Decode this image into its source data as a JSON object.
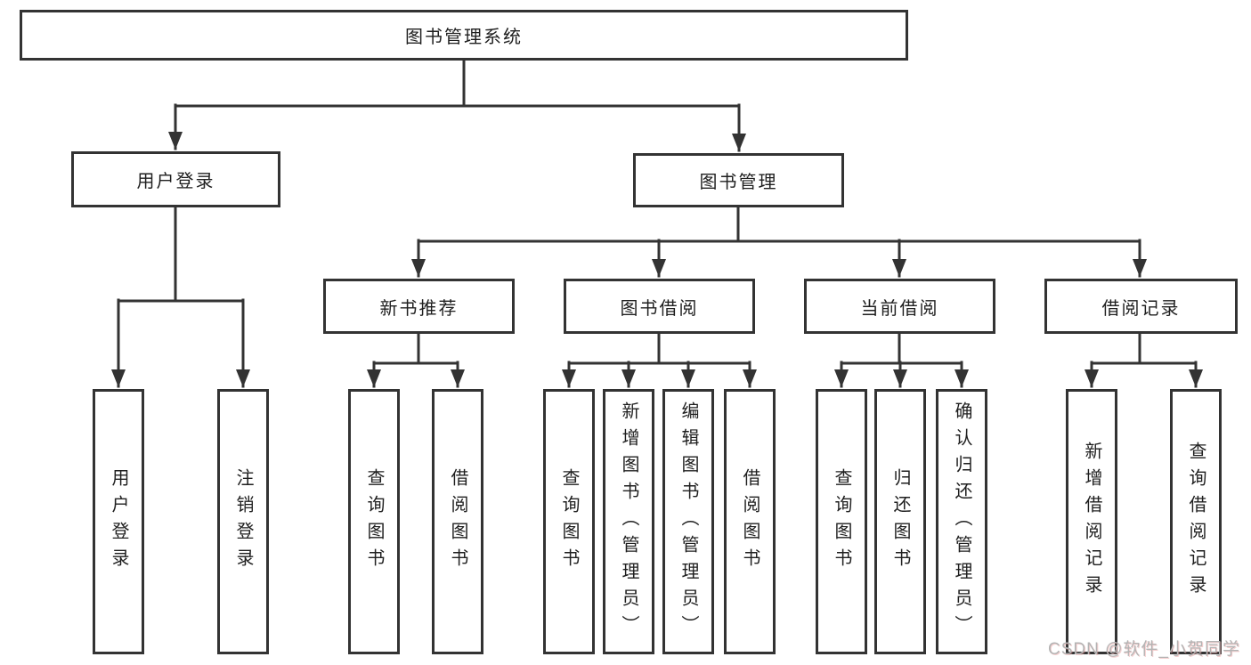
{
  "diagram": {
    "root": {
      "label": "图书管理系统"
    },
    "level2": [
      {
        "label": "用户登录"
      },
      {
        "label": "图书管理"
      }
    ],
    "level3": [
      {
        "label": "新书推荐"
      },
      {
        "label": "图书借阅"
      },
      {
        "label": "当前借阅"
      },
      {
        "label": "借阅记录"
      }
    ],
    "leaves": {
      "user_login": [
        "用户登录",
        "注销登录"
      ],
      "new_book_rec": [
        "查询图书",
        "借阅图书"
      ],
      "book_borrow": [
        "查询图书",
        "新增图书（管理员）",
        "编辑图书（管理员）",
        "借阅图书"
      ],
      "current_borrow": [
        "查询图书",
        "归还图书",
        "确认归还（管理员）"
      ],
      "borrow_records": [
        "新增借阅记录",
        "查询借阅记录"
      ]
    },
    "colors": {
      "line": "#333333",
      "box_border": "#333333",
      "text": "#1f1f1f",
      "watermark": "#b4b4b4"
    }
  },
  "watermark": {
    "text": "CSDN @软件_小贺同学"
  }
}
